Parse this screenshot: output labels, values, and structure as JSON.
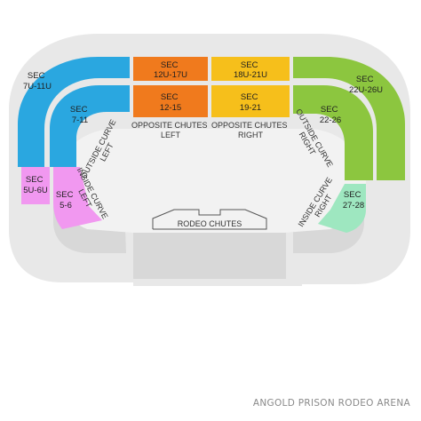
{
  "venue_name": "ANGOLD PRISON RODEO ARENA",
  "colors": {
    "outer_ring": "#e8e8e8",
    "arena_floor": "#f2f2f2",
    "gray_section": "#d8d8d8",
    "blue": "#2aa7e0",
    "orange": "#f07a1d",
    "yellow": "#f6bf1b",
    "green": "#8cc63f",
    "pink": "#f198f0",
    "mint": "#9ee7c0",
    "chutes_outline": "#555555"
  },
  "sections": {
    "sec_7u_11u": {
      "line1": "SEC",
      "line2": "7U-11U"
    },
    "sec_12u_17u": {
      "line1": "SEC",
      "line2": "12U-17U"
    },
    "sec_18u_21u": {
      "line1": "SEC",
      "line2": "18U-21U"
    },
    "sec_22u_26u": {
      "line1": "SEC",
      "line2": "22U-26U"
    },
    "sec_7_11": {
      "line1": "SEC",
      "line2": "7-11"
    },
    "sec_12_15": {
      "line1": "SEC",
      "line2": "12-15"
    },
    "sec_19_21": {
      "line1": "SEC",
      "line2": "19-21"
    },
    "sec_22_26": {
      "line1": "SEC",
      "line2": "22-26"
    },
    "sec_5u_6u": {
      "line1": "SEC",
      "line2": "5U-6U"
    },
    "sec_5_6": {
      "line1": "SEC",
      "line2": "5-6"
    },
    "sec_27_28": {
      "line1": "SEC",
      "line2": "27-28"
    }
  },
  "areas": {
    "opposite_chutes_left": {
      "line1": "OPPOSITE CHUTES",
      "line2": "LEFT"
    },
    "opposite_chutes_right": {
      "line1": "OPPOSITE CHUTES",
      "line2": "RIGHT"
    },
    "outside_curve_left": {
      "line1": "OUTSIDE CURVE",
      "line2": "LEFT"
    },
    "outside_curve_right": {
      "line1": "OUTSIDE CURVE",
      "line2": "RIGHT"
    },
    "inside_curve_left": {
      "line1": "INSIDE CURVE",
      "line2": "LEFT"
    },
    "inside_curve_right": {
      "line1": "INSIDE CURVE",
      "line2": "RIGHT"
    },
    "rodeo_chutes": "RODEO CHUTES"
  }
}
